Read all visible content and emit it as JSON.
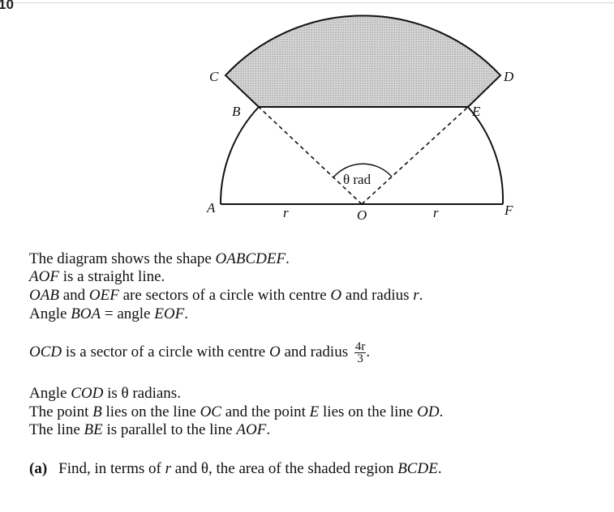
{
  "question_number": "10",
  "diagram": {
    "points": {
      "A": "A",
      "B": "B",
      "C": "C",
      "D": "D",
      "E": "E",
      "F": "F",
      "O": "O"
    },
    "labels": {
      "r_left": "r",
      "r_right": "r",
      "angle": "θ rad"
    },
    "colors": {
      "shade": "#c9c9c9",
      "line": "#111111"
    }
  },
  "statements": {
    "line1": {
      "pre": "The diagram shows the shape ",
      "shape": "OABCDEF",
      "post": "."
    },
    "line2": {
      "line": "AOF",
      "post": " is a straight line."
    },
    "line3": {
      "s1": "OAB",
      "and": " and ",
      "s2": "OEF",
      "mid": " are sectors of a circle with centre ",
      "centre": "O",
      "mid2": " and radius ",
      "radius": "r",
      "post": "."
    },
    "line4": {
      "pre": "Angle ",
      "a1": "BOA",
      "eq": " = angle ",
      "a2": "EOF",
      "post": "."
    },
    "line5": {
      "s": "OCD",
      "mid": " is a sector of a circle with centre ",
      "centre": "O",
      "mid2": " and radius ",
      "frac_num": "4r",
      "frac_den": "3",
      "post": "."
    },
    "line6": {
      "pre": "Angle ",
      "a": "COD",
      "mid": " is θ radians."
    },
    "line7": {
      "pre": "The point ",
      "p1": "B",
      "mid1": " lies on the line ",
      "l1": "OC",
      "mid2": " and the point ",
      "p2": "E",
      "mid3": " lies on the line ",
      "l2": "OD",
      "post": "."
    },
    "line8": {
      "pre": "The line ",
      "l1": "BE",
      "mid": " is parallel to the line ",
      "l2": "AOF",
      "post": "."
    }
  },
  "part_a": {
    "label": "(a)",
    "pre": "Find, in terms of ",
    "v1": "r",
    "and": " and θ, the area of the shaded region ",
    "region": "BCDE",
    "post": "."
  }
}
